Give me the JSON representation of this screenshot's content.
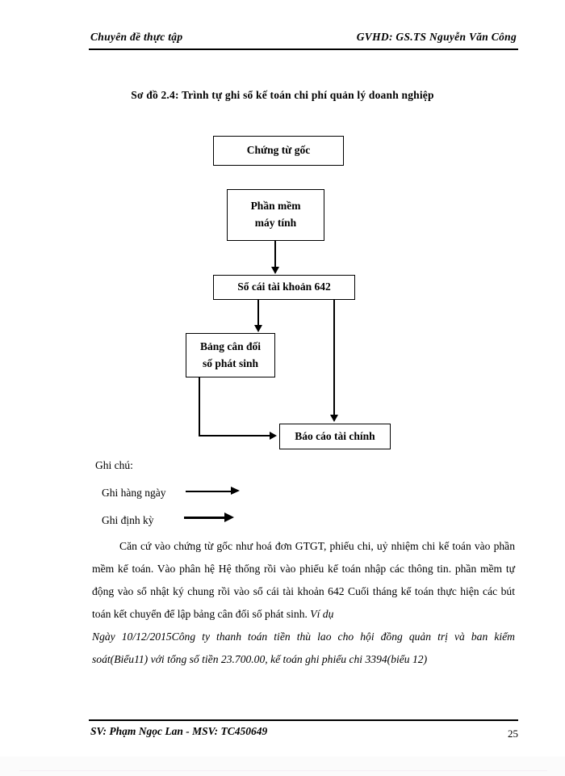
{
  "header": {
    "left": "Chuyên đề thực tập",
    "right": "GVHD: GS.TS Nguyễn Văn Công"
  },
  "figure": {
    "title": "Sơ đồ 2.4: Trình tự ghi sổ kế toán chi phí quản lý doanh nghiệp",
    "nodes": [
      {
        "id": "chung-tu-goc",
        "label": "Chứng từ gốc"
      },
      {
        "id": "phan-mem",
        "line1": "Phần mềm",
        "line2": "máy tính"
      },
      {
        "id": "so-cai",
        "label": "Sổ cái tài khoản 642"
      },
      {
        "id": "bang-can-doi",
        "line1": "Bảng cân đối",
        "line2": "số phát sinh"
      },
      {
        "id": "bao-cao",
        "label": "Báo cáo tài chính"
      }
    ]
  },
  "legend": {
    "title": "Ghi chú:",
    "daily": "Ghi hàng ngày",
    "periodic": "Ghi định kỳ"
  },
  "body": {
    "paragraph1": "Căn cứ vào chứng từ gốc như hoá đơn GTGT, phiếu chi, uỷ nhiệm chi kế toán vào phần mềm kế toán. Vào phân hệ Hệ thống rồi vào phiếu kế toán nhập các thông tin. phần mềm tự động vào sổ nhật ký chung rồi vào sổ cái tài khoản 642 Cuối tháng kế toán thực hiện các bút toán kết chuyển để lập bảng cân đối số phát sinh. ",
    "example_lead": "Ví dụ",
    "example_text": "Ngày 10/12/2015Công ty thanh toán tiền thù lao cho hội đồng quản trị và ban kiểm soát(Biểu11) với tổng số tiền 23.700.00, kế toán ghi phiếu chi 3394(biểu 12)"
  },
  "footer": {
    "student": "SV: Phạm Ngọc Lan - MSV: TC450649",
    "page_number": "25"
  }
}
